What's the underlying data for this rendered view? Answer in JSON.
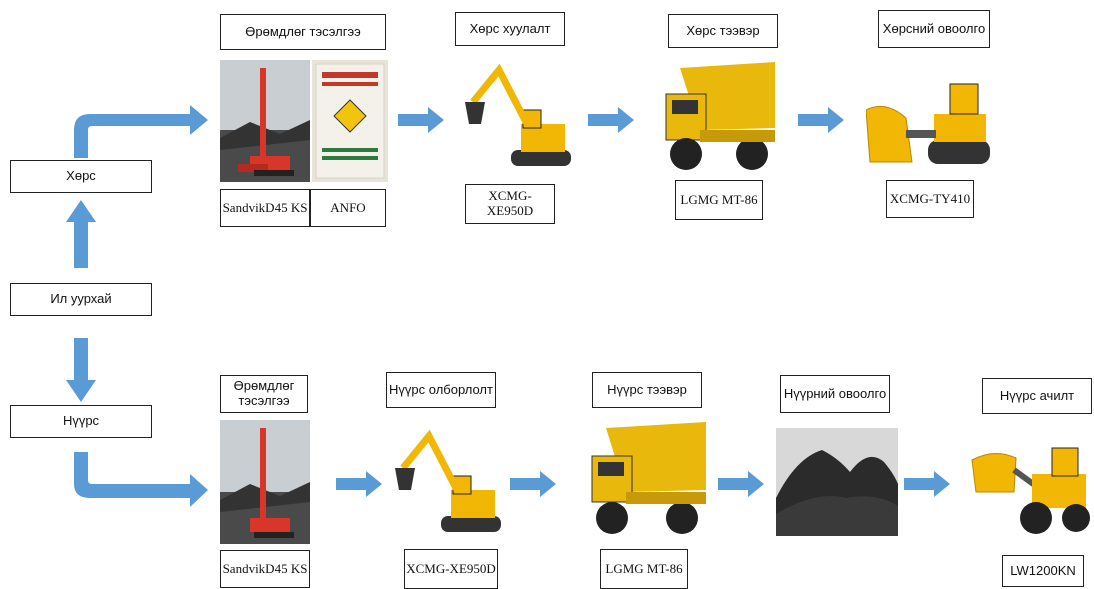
{
  "colors": {
    "arrow": "#5b9bd5",
    "machine_yellow": "#f2b705",
    "truck_yellow": "#e8b80c",
    "drill_red": "#d9352a"
  },
  "left": {
    "root": "Ил уурхай",
    "upper": "Хөрс",
    "lower": "Нүүрс"
  },
  "top_row": {
    "stage1": {
      "title": "Өрөмдлөг тэсэлгээ",
      "drill_model": "SandvikD45 KS",
      "explosive": "ANFO",
      "icons": [
        "drill-rig-icon",
        "anfo-bag-icon"
      ]
    },
    "stage2": {
      "title": "Хөрс хуулалт",
      "model": "XCMG-XE950D",
      "icon": "excavator-icon"
    },
    "stage3": {
      "title": "Хөрс тээвэр",
      "model": "LGMG MT-86",
      "icon": "dump-truck-icon"
    },
    "stage4": {
      "title": "Хөрсний овоолго",
      "model": "XCMG-TY410",
      "icon": "bulldozer-icon"
    }
  },
  "bottom_row": {
    "stage1": {
      "title": "Өрөмдлөг тэсэлгээ",
      "model": "SandvikD45 KS",
      "icon": "drill-rig-icon"
    },
    "stage2": {
      "title": "Нүүрс олборлолт",
      "model": "XCMG-XE950D",
      "icon": "excavator-icon"
    },
    "stage3": {
      "title": "Нүүрс тээвэр",
      "model": "LGMG MT-86",
      "icon": "dump-truck-icon"
    },
    "stage4": {
      "title": "Нүүрний овоолго",
      "icon": "coal-pile-icon"
    },
    "stage5": {
      "title": "Нүүрс ачилт",
      "model": "LW1200KN",
      "icon": "wheel-loader-icon"
    }
  }
}
